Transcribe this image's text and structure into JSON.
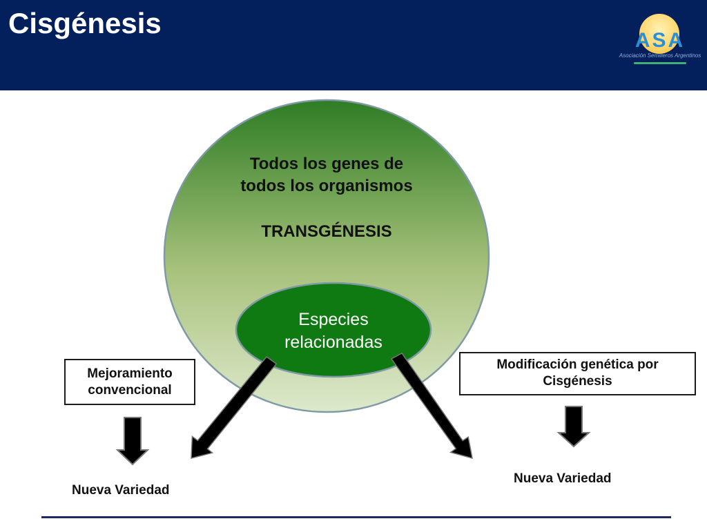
{
  "slide": {
    "title": "Cisgénesis",
    "logo_text": "ASA",
    "logo_subtitle": "Asociación Semilleros Argentinos"
  },
  "diagram": {
    "big_circle": {
      "line1": "Todos los genes de",
      "line2": "todos los organismos",
      "label": "TRANSGÉNESIS"
    },
    "inner_oval": {
      "line1": "Especies",
      "line2": "relacionadas"
    },
    "left_box": {
      "line1": "Mejoramiento",
      "line2": "convencional"
    },
    "right_box": {
      "line1": "Modificación genética por",
      "line2": "Cisgénesis"
    },
    "left_result": "Nueva Variedad",
    "right_result": "Nueva Variedad"
  },
  "colors": {
    "header_bg": "#03205c",
    "circle_top": "#2e7d24",
    "circle_bottom": "#dde9cc",
    "oval_fill": "#0f7a12",
    "arrow_fill": "#000000"
  }
}
